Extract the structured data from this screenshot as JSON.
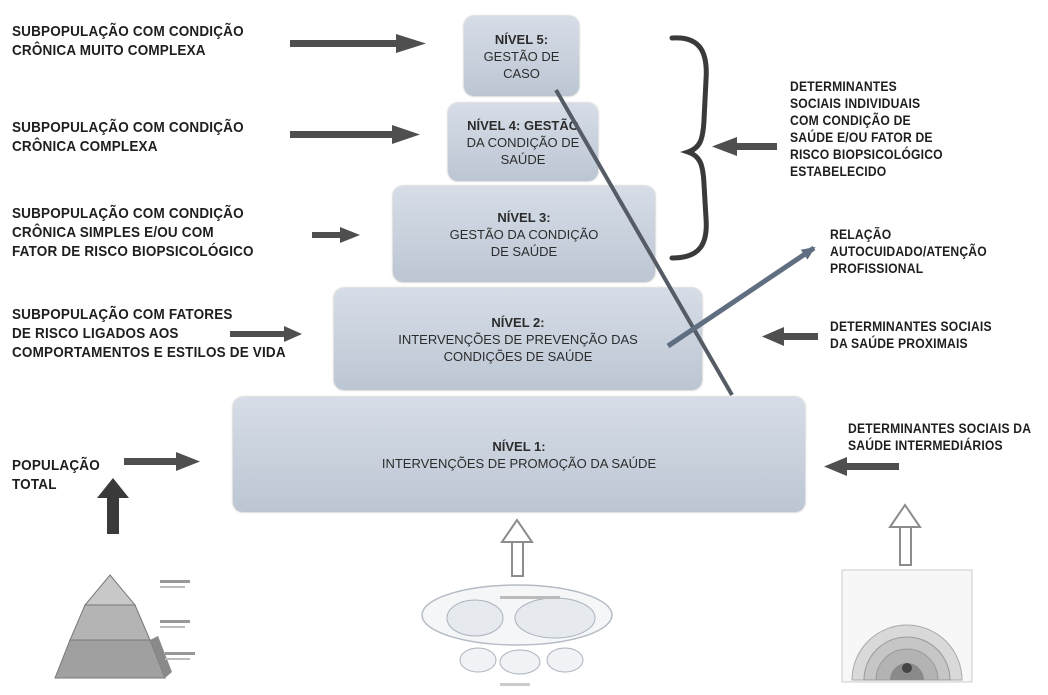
{
  "left_labels": [
    {
      "lines": [
        "SUBPOPULAÇÃO COM CONDIÇÃO",
        "CRÔNICA MUITO COMPLEXA"
      ]
    },
    {
      "lines": [
        "SUBPOPULAÇÃO COM CONDIÇÃO",
        "CRÔNICA COMPLEXA"
      ]
    },
    {
      "lines": [
        "SUBPOPULAÇÃO COM CONDIÇÃO",
        "CRÔNICA SIMPLES E/OU COM",
        "FATOR DE RISCO BIOPSICOLÓGICO"
      ]
    },
    {
      "lines": [
        "SUBPOPULAÇÃO COM FATORES",
        "DE RISCO LIGADOS AOS",
        "COMPORTAMENTOS E ESTILOS DE VIDA"
      ]
    },
    {
      "lines": [
        "POPULAÇÃO",
        "TOTAL"
      ]
    }
  ],
  "levels": [
    {
      "title": "NÍVEL 5:",
      "desc": [
        "GESTÃO DE",
        "CASO"
      ]
    },
    {
      "title": "NÍVEL 4: GESTÃO",
      "desc": [
        "DA CONDIÇÃO DE",
        "SAÚDE"
      ]
    },
    {
      "title": "NÍVEL 3:",
      "desc": [
        "GESTÃO DA CONDIÇÃO",
        "DE SAÚDE"
      ]
    },
    {
      "title": "NÍVEL 2:",
      "desc": [
        "INTERVENÇÕES DE PREVENÇÃO DAS",
        "CONDIÇÕES DE SAÚDE"
      ]
    },
    {
      "title": "NÍVEL 1:",
      "desc": [
        "INTERVENÇÕES DE PROMOÇÃO DA SAÚDE"
      ]
    }
  ],
  "right_labels": {
    "individual": [
      "DETERMINANTES",
      "SOCIAIS INDIVIDUAIS",
      "COM CONDIÇÃO DE",
      "SAÚDE E/OU FATOR DE",
      "RISCO BIOPSICOLÓGICO",
      "ESTABELECIDO"
    ],
    "relacao": [
      "RELAÇÃO",
      "AUTOCUIDADO/ATENÇÃO",
      "PROFISSIONAL"
    ],
    "proximais": [
      "DETERMINANTES SOCIAIS",
      "DA SAÚDE PROXIMAIS"
    ],
    "intermediarios": [
      "DETERMINANTES SOCIAIS DA",
      "SAÚDE INTERMEDIÁRIOS"
    ]
  },
  "colors": {
    "arrow": "#4f4f4f",
    "thin_arrow": "#5f6e80",
    "up_arrow": "#8c8c8c",
    "level_fill": "#c9d1dc",
    "diagonal": "#555c66"
  }
}
